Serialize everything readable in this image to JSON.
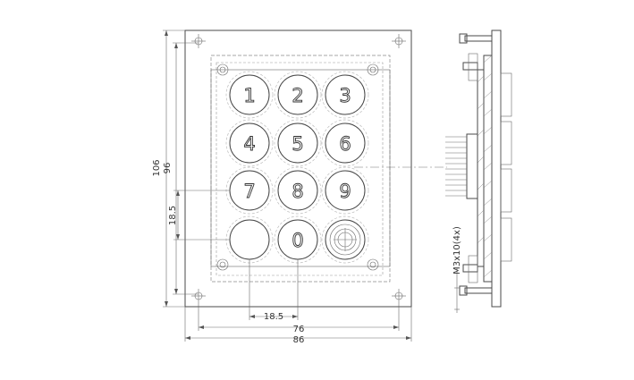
{
  "keys": [
    "1",
    "2",
    "3",
    "4",
    "5",
    "6",
    "7",
    "8",
    "9",
    "",
    "0",
    ""
  ],
  "dimensions": {
    "height_outer": "106",
    "height_inner": "96",
    "key_pitch_vertical": "18.5",
    "key_pitch_horizontal": "18.5",
    "width_inner": "76",
    "width_outer": "86"
  },
  "side_view": {
    "screw_label": "M3x10(4x)"
  }
}
